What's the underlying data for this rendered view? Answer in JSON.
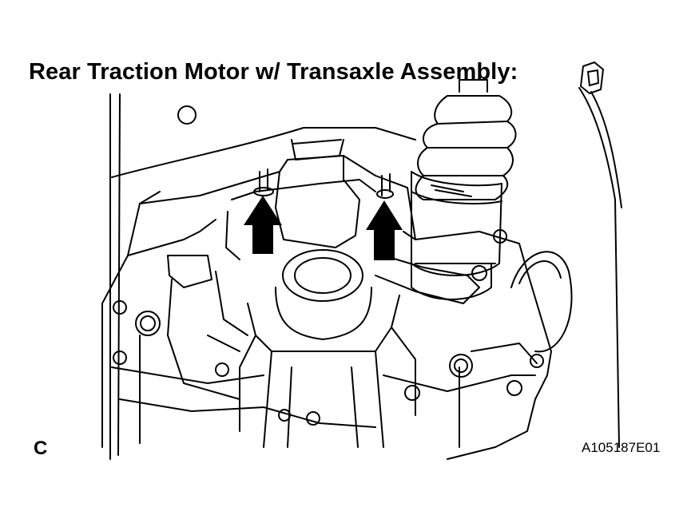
{
  "title": "Rear Traction Motor w/ Transaxle Assembly:",
  "view_letter": "C",
  "figure_code": "A105187E01",
  "icons": {
    "title_symbol": "bolt-hex-icon",
    "callouts": [
      "up-arrow-icon",
      "up-arrow-icon"
    ]
  },
  "colors": {
    "ink": "#000000",
    "paper": "#ffffff"
  }
}
